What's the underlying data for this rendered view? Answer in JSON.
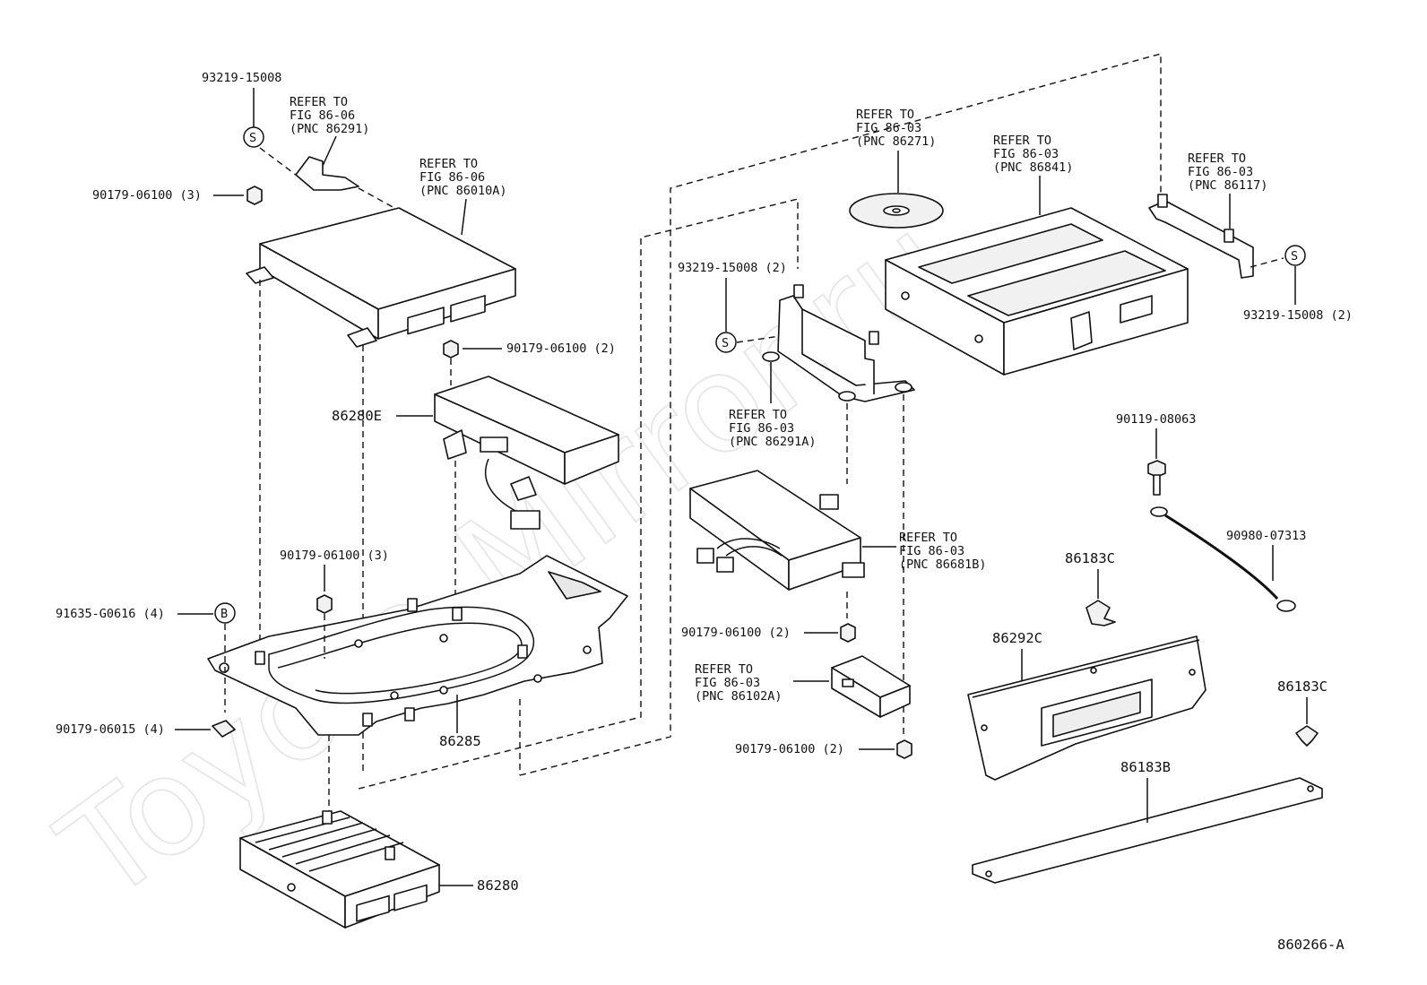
{
  "watermark": "Toyota-Mirror.ru",
  "diagram_id": "860266-A",
  "symbols": {
    "s": "S",
    "b": "B"
  },
  "callouts": {
    "c_93219_top": "93219-15008",
    "refer_86291_a": "REFER TO",
    "refer_86291_b": "FIG 86-06",
    "refer_86291_c": "(PNC 86291)",
    "c_90179_06100_3_top": "90179-06100 (3)",
    "refer_86010a_a": "REFER TO",
    "refer_86010a_b": "FIG 86-06",
    "refer_86010a_c": "(PNC 86010A)",
    "c_90179_06100_2_mid": "90179-06100 (2)",
    "c_86280e": "86280E",
    "c_90179_06100_3_low": "90179-06100 (3)",
    "c_91635": "91635-G0616 (4)",
    "c_90179_06015": "90179-06015 (4)",
    "c_86285": "86285",
    "c_86280": "86280",
    "refer_86271_a": "REFER TO",
    "refer_86271_b": "FIG 86-03",
    "refer_86271_c": "(PNC 86271)",
    "refer_86841_a": "REFER TO",
    "refer_86841_b": "FIG 86-03",
    "refer_86841_c": "(PNC 86841)",
    "refer_86117_a": "REFER TO",
    "refer_86117_b": "FIG 86-03",
    "refer_86117_c": "(PNC 86117)",
    "c_93219_left": "93219-15008 (2)",
    "c_93219_right": "93219-15008 (2)",
    "refer_86291a_a": "REFER TO",
    "refer_86291a_b": "FIG 86-03",
    "refer_86291a_c": "(PNC 86291A)",
    "c_90119": "90119-08063",
    "c_90980": "90980-07313",
    "refer_86681b_a": "REFER TO",
    "refer_86681b_b": "FIG 86-03",
    "refer_86681b_c": "(PNC 86681B)",
    "c_86183c_top": "86183C",
    "c_90179_06100_2_r1": "90179-06100 (2)",
    "refer_86102a_a": "REFER TO",
    "refer_86102a_b": "FIG 86-03",
    "refer_86102a_c": "(PNC 86102A)",
    "c_86292c": "86292C",
    "c_86183c_right": "86183C",
    "c_90179_06100_2_r2": "90179-06100 (2)",
    "c_86183b": "86183B"
  }
}
